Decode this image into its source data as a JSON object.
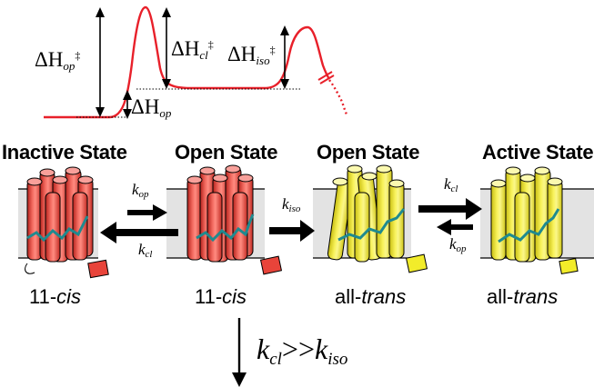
{
  "energy_diagram": {
    "dH_op_ts": {
      "delta": "ΔH",
      "sub": "op",
      "sup": "‡"
    },
    "dH_cl_ts": {
      "delta": "ΔH",
      "sub": "cl",
      "sup": "‡"
    },
    "dH_iso_ts": {
      "delta": "ΔH",
      "sub": "iso",
      "sup": "‡"
    },
    "dH_op": {
      "delta": "ΔH",
      "sub": "op"
    }
  },
  "states": [
    {
      "title": "Inactive State",
      "isomer_prefix": "11-",
      "isomer_italic": "cis",
      "color": "#e8443a"
    },
    {
      "title": "Open State",
      "isomer_prefix": "11-",
      "isomer_italic": "cis",
      "color": "#e8443a"
    },
    {
      "title": "Open State",
      "isomer_prefix": "all-",
      "isomer_italic": "trans",
      "color": "#f2ec2a"
    },
    {
      "title": "Active State",
      "isomer_prefix": "all-",
      "isomer_italic": "trans",
      "color": "#f2ec2a"
    }
  ],
  "rates": {
    "k1_forward": {
      "k": "k",
      "sub": "op"
    },
    "k1_back": {
      "k": "k",
      "sub": "cl"
    },
    "k2_forward": {
      "k": "k",
      "sub": "iso"
    },
    "k3_forward": {
      "k": "k",
      "sub": "cl"
    },
    "k3_back": {
      "k": "k",
      "sub": "op"
    }
  },
  "condition": {
    "k1": "k",
    "sub1": "cl",
    "relation": ">>",
    "k2": "k",
    "sub2": "iso"
  },
  "colors": {
    "energy_curve": "#e8202a",
    "chromophore": "#1f8a8f",
    "membrane": "#e3e3e3"
  }
}
